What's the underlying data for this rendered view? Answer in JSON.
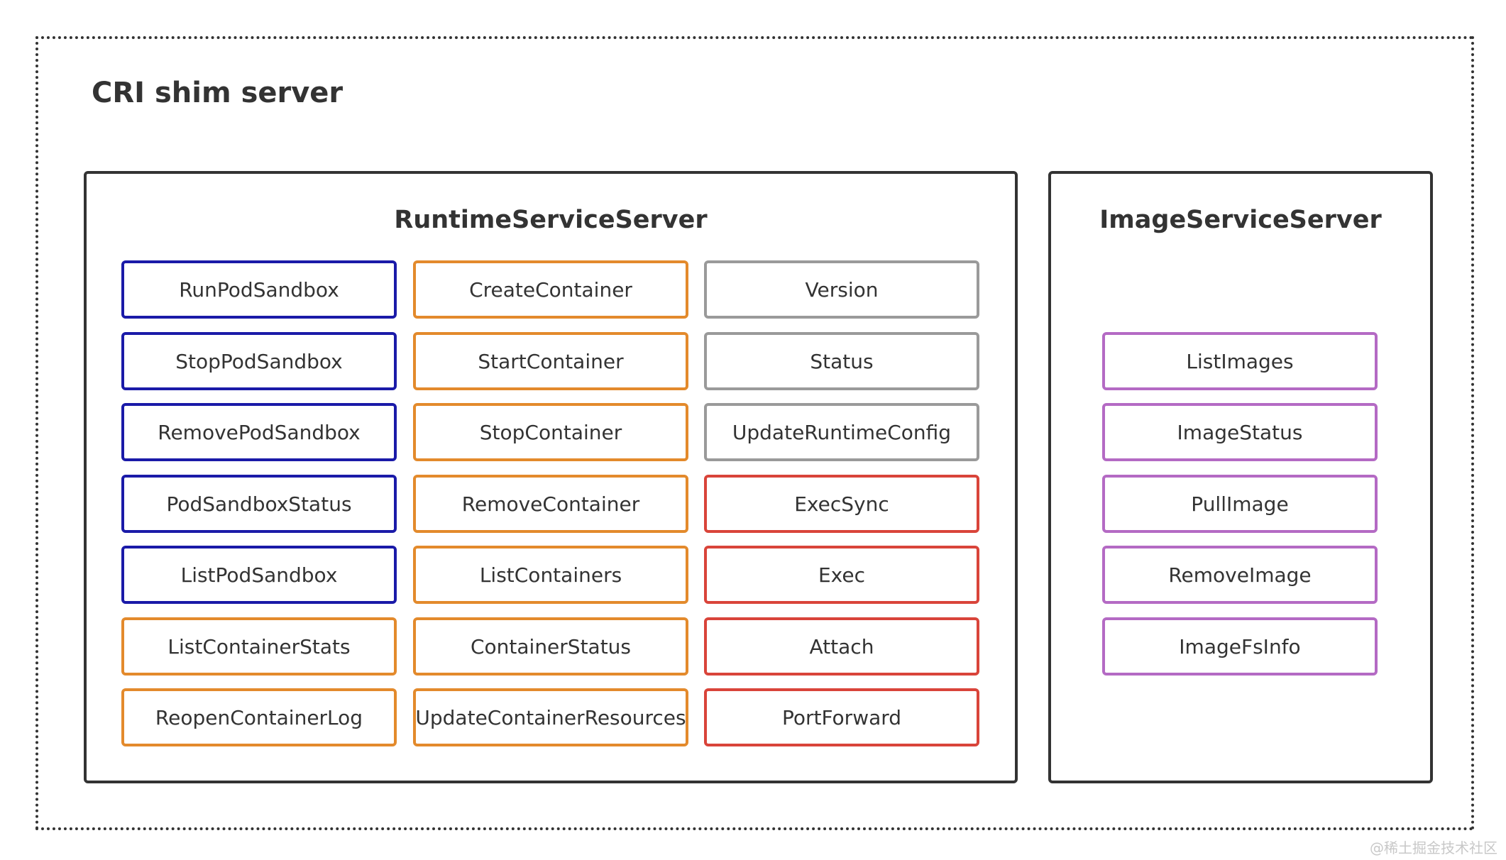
{
  "diagram": {
    "title": "CRI shim server",
    "colors": {
      "blue": "#1a1aa8",
      "orange": "#e38a2c",
      "gray": "#9a9a9a",
      "red": "#d9443a",
      "purple": "#b46ac4",
      "border": "#333333"
    },
    "runtime": {
      "title": "RuntimeServiceServer",
      "methods": [
        "RunPodSandbox",
        "StopPodSandbox",
        "RemovePodSandbox",
        "PodSandboxStatus",
        "ListPodSandbox",
        "ListContainerStats",
        "ReopenContainerLog",
        "CreateContainer",
        "StartContainer",
        "StopContainer",
        "RemoveContainer",
        "ListContainers",
        "ContainerStatus",
        "UpdateContainerResources",
        "Version",
        "Status",
        "UpdateRuntimeConfig",
        "ExecSync",
        "Exec",
        "Attach",
        "PortForward"
      ]
    },
    "image": {
      "title": "ImageServiceServer",
      "methods": [
        "ListImages",
        "ImageStatus",
        "PullImage",
        "RemoveImage",
        "ImageFsInfo"
      ]
    }
  },
  "watermark": "@稀土掘金技术社区"
}
